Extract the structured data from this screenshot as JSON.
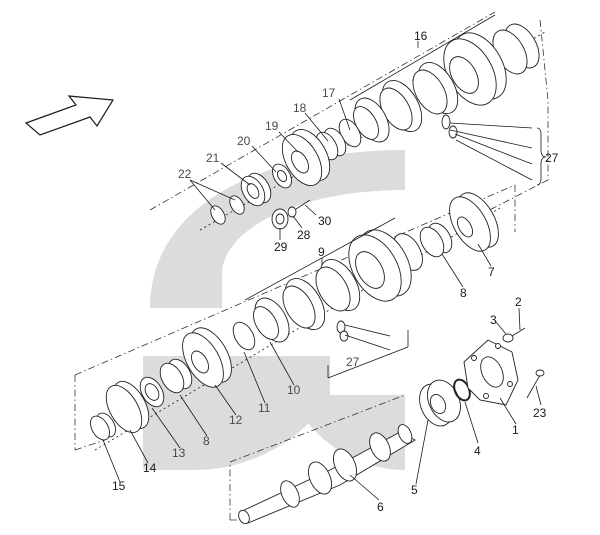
{
  "callouts": {
    "c1": "1",
    "c2": "2",
    "c3": "3",
    "c4": "4",
    "c5": "5",
    "c6": "6",
    "c7": "7",
    "c8a": "8",
    "c8b": "8",
    "c9": "9",
    "c10": "10",
    "c11": "11",
    "c12": "12",
    "c13": "13",
    "c14": "14",
    "c15": "15",
    "c16": "16",
    "c17": "17",
    "c18": "18",
    "c19": "19",
    "c20": "20",
    "c21": "21",
    "c22": "22",
    "c23": "23",
    "c27a": "27",
    "c27b": "27",
    "c28": "28",
    "c29": "29",
    "c30": "30"
  },
  "colors": {
    "background": "#ffffff",
    "watermark": "#dcdcdc",
    "line": "#1a1a1a"
  }
}
